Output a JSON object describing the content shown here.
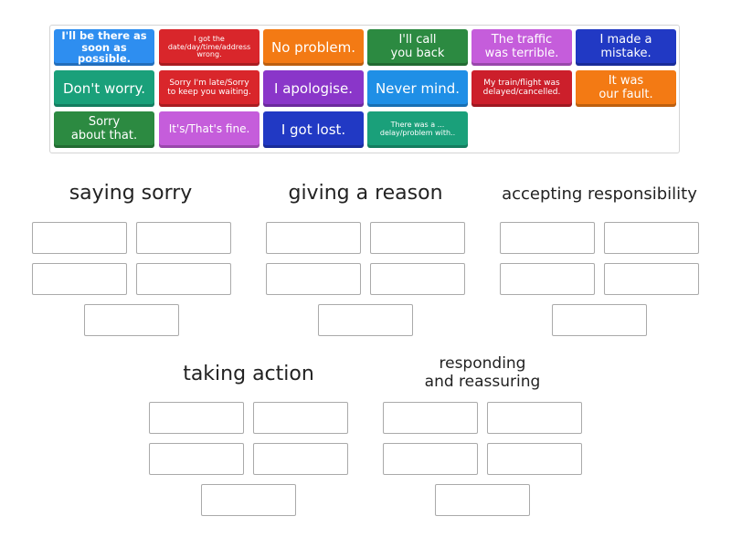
{
  "tiles": [
    {
      "text": "I'll be there as\nsoon as possible.",
      "color": "#2e8ef0"
    },
    {
      "text": "I got the\ndate/day/time/address\nwrong.",
      "color": "#d9262b"
    },
    {
      "text": "No problem.",
      "color": "#f37a14"
    },
    {
      "text": "I'll call\nyou back",
      "color": "#2c8a41"
    },
    {
      "text": "The traffic\nwas terrible.",
      "color": "#c55ddb"
    },
    {
      "text": "I made a\nmistake.",
      "color": "#2139c4"
    },
    {
      "text": "Don't worry.",
      "color": "#1aa07a"
    },
    {
      "text": "Sorry I'm late/Sorry\nto keep you waiting.",
      "color": "#d9262b"
    },
    {
      "text": "I apologise.",
      "color": "#8a36c9"
    },
    {
      "text": "Never mind.",
      "color": "#1f8fe6"
    },
    {
      "text": "My train/flight was\ndelayed/cancelled.",
      "color": "#cc1f2b"
    },
    {
      "text": "It was\nour fault.",
      "color": "#f37a14"
    },
    {
      "text": "Sorry\nabout that.",
      "color": "#2c8a41"
    },
    {
      "text": "It's/That's fine.",
      "color": "#c55ddb"
    },
    {
      "text": "I got lost.",
      "color": "#2139c4"
    },
    {
      "text": "There was a ...\ndelay/problem with..",
      "color": "#1aa07a"
    }
  ],
  "groups": [
    {
      "title": "saying sorry"
    },
    {
      "title": "giving a reason"
    },
    {
      "title": "accepting responsibility"
    },
    {
      "title": "taking action"
    },
    {
      "title": "responding\nand reassuring"
    }
  ]
}
